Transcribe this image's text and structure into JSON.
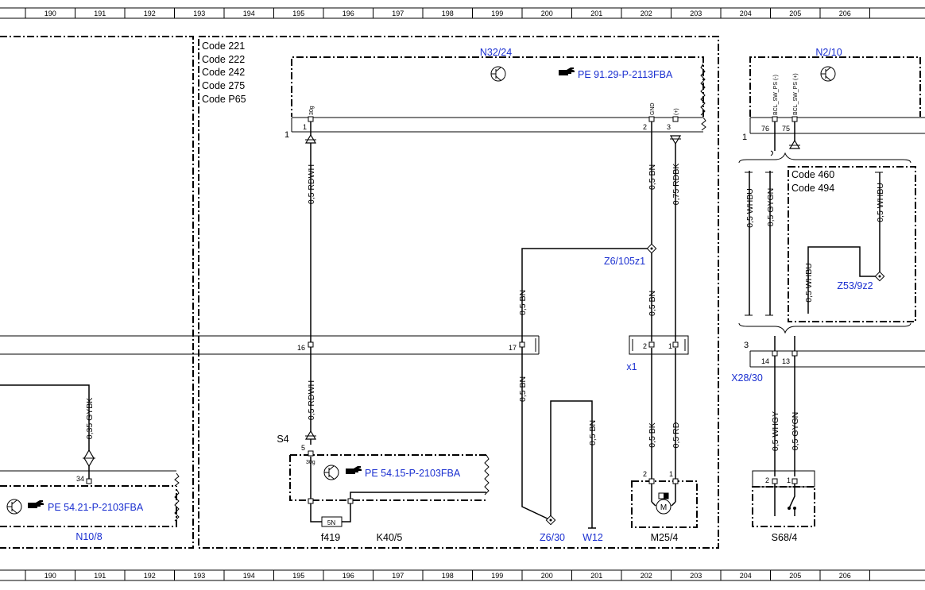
{
  "ruler": {
    "cells": [
      "190",
      "191",
      "192",
      "193",
      "194",
      "195",
      "196",
      "197",
      "198",
      "199",
      "200",
      "201",
      "202",
      "203",
      "204",
      "205",
      "206"
    ]
  },
  "codes_left": [
    "Code 221",
    "Code 222",
    "Code 242",
    "Code 275",
    "Code P65"
  ],
  "codes_right": [
    "Code 460",
    "Code 494"
  ],
  "components": {
    "n32_24": "N32/24",
    "n2_10": "N2/10",
    "n10_8": "N10/8",
    "k40_5": "K40/5",
    "f419": "f419",
    "fuse_rating": "5N",
    "s4": "S4",
    "x1": "x1",
    "x28_30": "X28/30",
    "m25_4": "M25/4",
    "s68_4": "S68/4",
    "w12": "W12",
    "z6_30": "Z6/30",
    "z6_105z1": "Z6/105z1",
    "z53_9z2": "Z53/9z2"
  },
  "references": {
    "n32_24": "PE 91.29-P-2113FBA",
    "s4": "PE 54.15-P-2103FBA",
    "n10_8": "PE 54.21-P-2103FBA"
  },
  "pin_labels": {
    "p30g_top": "30g",
    "pgnd": "GND",
    "pplus": "(+)",
    "bcl_neg": "BCL_SW_PS (-)",
    "bcl_pos": "BCL_SW_PS (+)",
    "p30g_s4": "30g"
  },
  "pins": {
    "n32_1": "1",
    "n32_2": "2",
    "n32_3": "3",
    "n2_76": "76",
    "n2_75": "75",
    "conn16": "16",
    "conn17": "17",
    "x1_2": "2",
    "x1_1": "1",
    "x28_14": "14",
    "x28_13": "13",
    "s4_5": "5",
    "n10_34": "34",
    "m25_2": "2",
    "m25_1": "1",
    "s68_2": "2",
    "s68_1": "1"
  },
  "bus_labels": {
    "bus1": "1",
    "bus1_right": "1",
    "bus3": "3"
  },
  "wires": {
    "rdwh_top": "0,5 RDWH",
    "rdwh_bot": "0,5 RDWH",
    "bn_202": "0,5 BN",
    "rdbk": "0,75 RDBK",
    "bn_mid_200": "0,5 BN",
    "bn_low_200": "0,5 BN",
    "bn_mid_202": "0,5 BN",
    "bk": "0,5 BK",
    "rd": "0,5 RD",
    "bn_w12": "0,5 BN",
    "gybk": "0,35 GYBK",
    "whbu_l": "0,5 WHBU",
    "gygn_l": "0,5 GYGN",
    "whbu_r": "0,5 WHBU",
    "whbu_z53": "0,5 WHBU",
    "whgy": "0,5 WHGY",
    "gygn_b": "0,5 GYGN"
  },
  "motor_symbol": "M",
  "colors": {
    "line": "#000000",
    "label_blue": "#1a2fd0"
  }
}
